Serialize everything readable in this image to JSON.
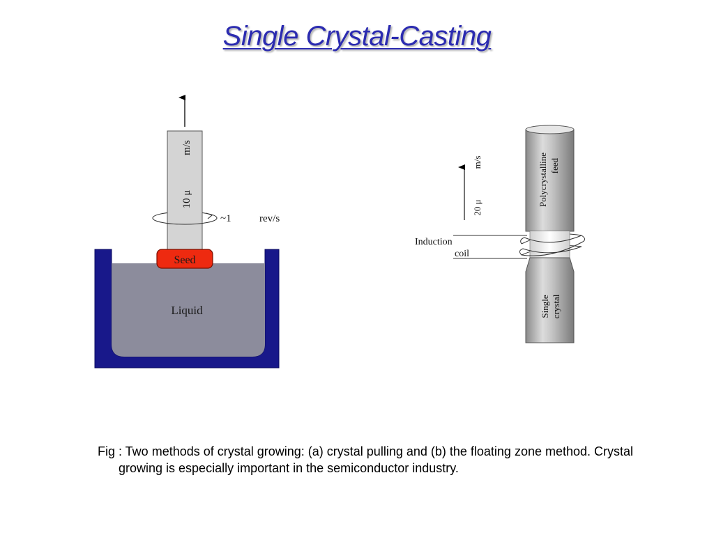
{
  "slide": {
    "title": "Single Crystal-Casting"
  },
  "diagram_a": {
    "pull_rate_value": "10 μ",
    "pull_rate_unit": "m/s",
    "rotation_value": "~1",
    "rotation_unit": "rev/s",
    "seed_label": "Seed",
    "liquid_label": "Liquid",
    "colors": {
      "crucible": "#18188a",
      "liquid": "#8c8c9c",
      "seed": "#ee2a10",
      "rod": "#d4d4d4"
    }
  },
  "diagram_b": {
    "feed_rate_value": "20 μ",
    "feed_rate_unit": "m/s",
    "feed_label_line1": "Polycrystalline",
    "feed_label_line2": "feed",
    "coil_label_line1": "Induction",
    "coil_label_line2": "coil",
    "crystal_label_line1": "Single",
    "crystal_label_line2": "crystal"
  },
  "caption": {
    "text": "Fig : Two methods of crystal growing: (a) crystal pulling and (b) the floating zone method. Crystal growing is especially important in the semiconductor industry."
  }
}
